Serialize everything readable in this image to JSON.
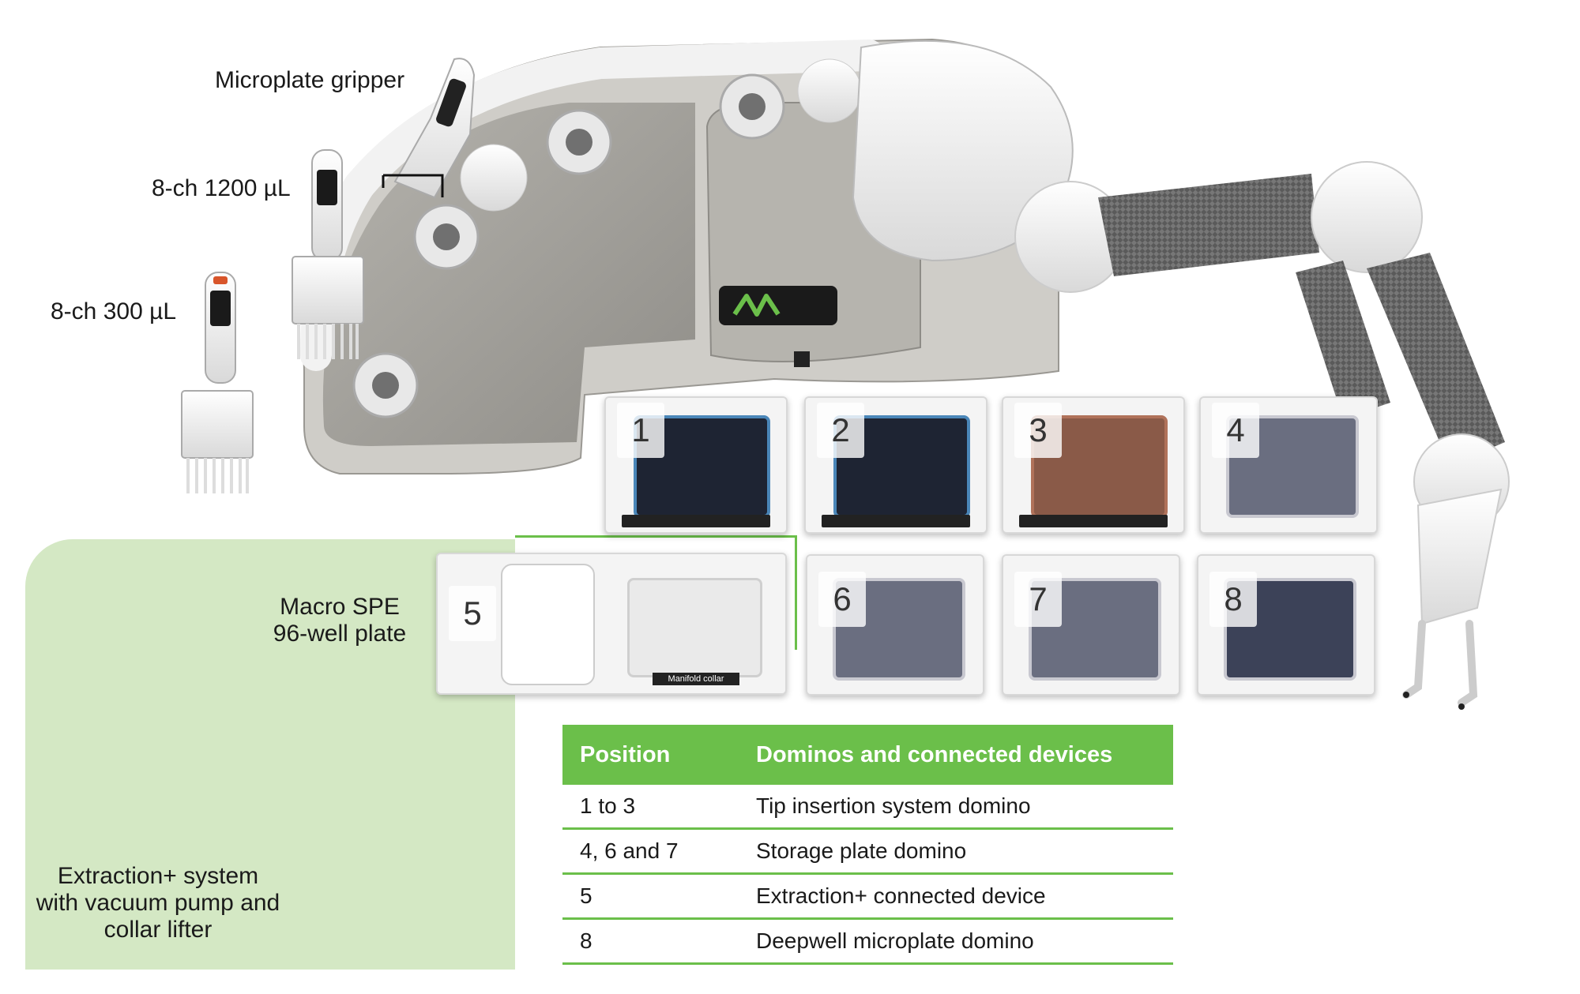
{
  "labels": {
    "gripper": "Microplate gripper",
    "pipette_1200": "8-ch 1200 µL",
    "pipette_300": "8-ch 300 µL",
    "spe_plate": [
      "Macro SPE",
      "96-well plate"
    ],
    "extraction_system": [
      "Extraction+ system",
      "with vacuum pump and",
      "collar lifter"
    ],
    "plate_footer": "Manifold collar"
  },
  "positions": [
    "1",
    "2",
    "3",
    "4",
    "5",
    "6",
    "7",
    "8"
  ],
  "table": {
    "headers": [
      "Position",
      "Dominos and connected devices"
    ],
    "rows": [
      [
        "1 to 3",
        "Tip insertion system domino"
      ],
      [
        "4, 6 and 7",
        "Storage plate domino"
      ],
      [
        "5",
        "Extraction+ connected device"
      ],
      [
        "8",
        "Deepwell microplate domino"
      ]
    ]
  },
  "colors": {
    "accent_green": "#6bbf4a",
    "panel_green": "#d4e8c4",
    "tip_rack_blue": "#4a86b8",
    "tip_rack_copper": "#b0725a",
    "storage_plate": "#6a6e80",
    "deepwell_plate": "#3c4258"
  }
}
